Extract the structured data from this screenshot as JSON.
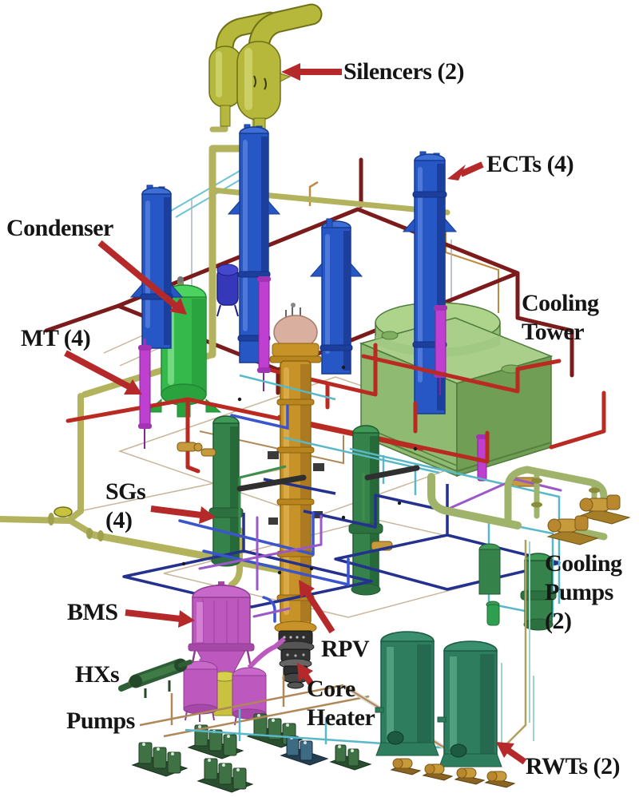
{
  "figure": {
    "type": "isometric 3D CAD rendering",
    "description": "Integral-effect thermal-hydraulic test facility model with annotated equipment: silencers, emergency cooldown tanks (ECTs), condenser, MT lines, cooling tower, steam generators (SGs), cooling pumps, BMS vessel, heat exchangers (HXs), reactor pressure vessel (RPV) with core heater, pump skids and refueling water tanks (RWTs)."
  },
  "labels": {
    "silencers": "Silencers (2)",
    "ects": "ECTs (4)",
    "condenser": "Condenser",
    "mt": "MT (4)",
    "cooling_tower": {
      "line1": "Cooling",
      "line2": "Tower"
    },
    "sgs": {
      "line1": "SGs",
      "line2": "(4)"
    },
    "cooling_pumps": {
      "line1": "Cooling",
      "line2": "Pumps",
      "line3": "(2)"
    },
    "bms": "BMS",
    "hxs": "HXs",
    "rpv": "RPV",
    "pumps": "Pumps",
    "core_heater": {
      "line1": "Core",
      "line2": "Heater"
    },
    "rwts": "RWTs (2)"
  },
  "components": [
    {
      "name": "Silencers",
      "count": 2,
      "color": "#b5b83b"
    },
    {
      "name": "ECTs",
      "count": 4,
      "color": "#2757c4"
    },
    {
      "name": "Condenser",
      "count": 1,
      "color": "#35b94b"
    },
    {
      "name": "MT",
      "count": 4,
      "color": "#be3fd0"
    },
    {
      "name": "Cooling Tower",
      "count": 1,
      "color": "#8fba72"
    },
    {
      "name": "SGs",
      "count": 4,
      "color": "#35824a"
    },
    {
      "name": "Cooling Pumps",
      "count": 2,
      "color": "#c79a3c"
    },
    {
      "name": "BMS",
      "count": 1,
      "color": "#bc58be"
    },
    {
      "name": "HXs",
      "count": 1,
      "color": "#2e5e36"
    },
    {
      "name": "RPV",
      "count": 1,
      "color": "#c79228"
    },
    {
      "name": "Pumps",
      "count": 1,
      "color": "#3e7144"
    },
    {
      "name": "Core Heater",
      "count": 1,
      "color": "#333333"
    },
    {
      "name": "RWTs",
      "count": 2,
      "color": "#2f7d5f"
    }
  ],
  "palette": {
    "annotation_arrow": "#b5292a",
    "label_text": "#151515",
    "pipe_olive": "#b2b35c",
    "pipe_maroon": "#7c1b1b",
    "pipe_red": "#b92a22",
    "pipe_navy": "#24318f",
    "pipe_blue": "#3b55cc",
    "pipe_cyan": "#58b8c8",
    "pipe_tan": "#b08858",
    "pipe_purple": "#9b59c8",
    "pipe_green": "#3f8e4f",
    "background": "#ffffff"
  }
}
